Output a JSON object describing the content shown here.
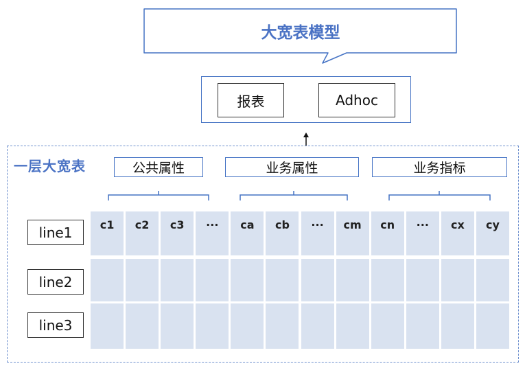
{
  "title": "大宽表模型",
  "consumers": [
    "报表",
    "Adhoc"
  ],
  "layer": {
    "title": "一层大宽表",
    "groups": [
      "公共属性",
      "业务属性",
      "业务指标"
    ]
  },
  "table": {
    "columns": [
      "c1",
      "c2",
      "c3",
      "···",
      "ca",
      "cb",
      "···",
      "cm",
      "cn",
      "···",
      "cx",
      "cy"
    ],
    "rows": [
      "line1",
      "line2",
      "line3"
    ]
  },
  "colors": {
    "accent": "#4472c4",
    "title_text": "#4a72c4",
    "cell_fill": "#d9e2f0",
    "dashed_border": "#6d8fce"
  }
}
